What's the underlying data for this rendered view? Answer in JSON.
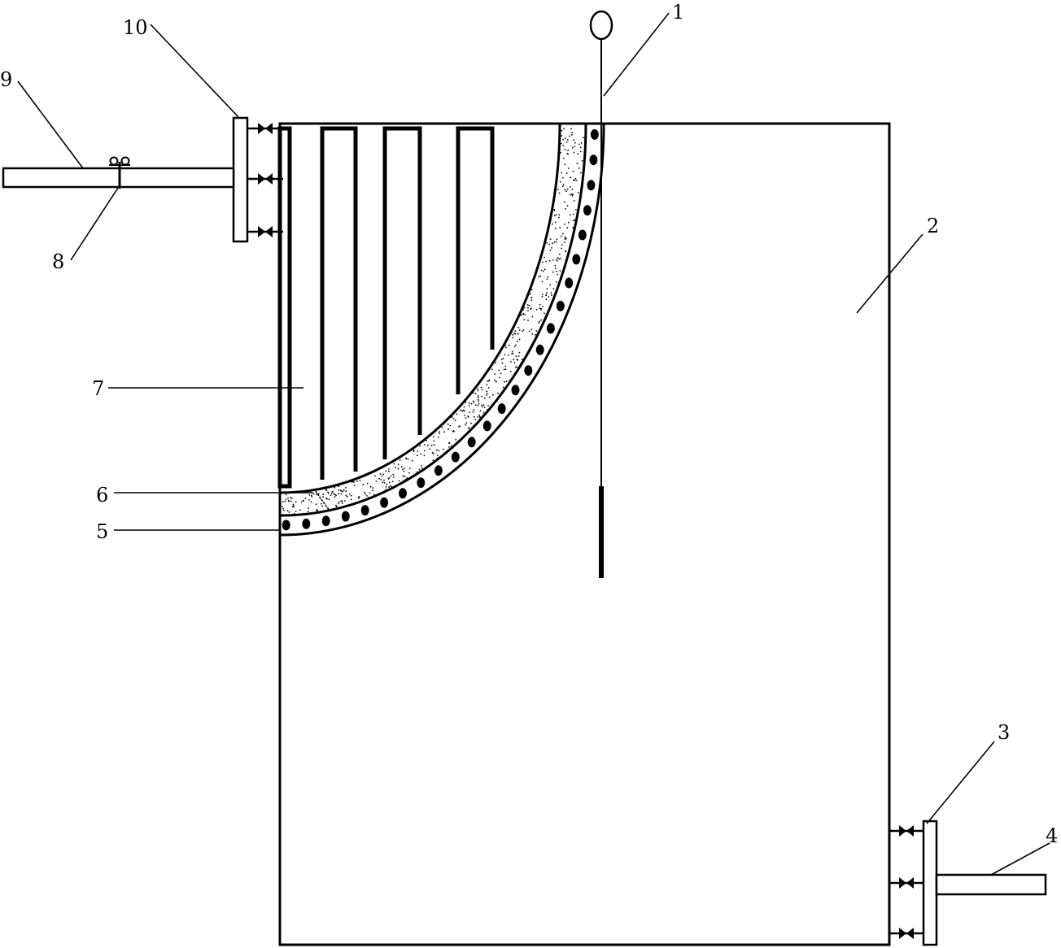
{
  "figure": {
    "labels": {
      "l1": "1",
      "l2": "2",
      "l3": "3",
      "l4": "4",
      "l5": "5",
      "l6": "6",
      "l7": "7",
      "l8": "8",
      "l9": "9",
      "l10": "10"
    },
    "colors": {
      "ink": "#000000",
      "paper": "#ffffff"
    }
  }
}
